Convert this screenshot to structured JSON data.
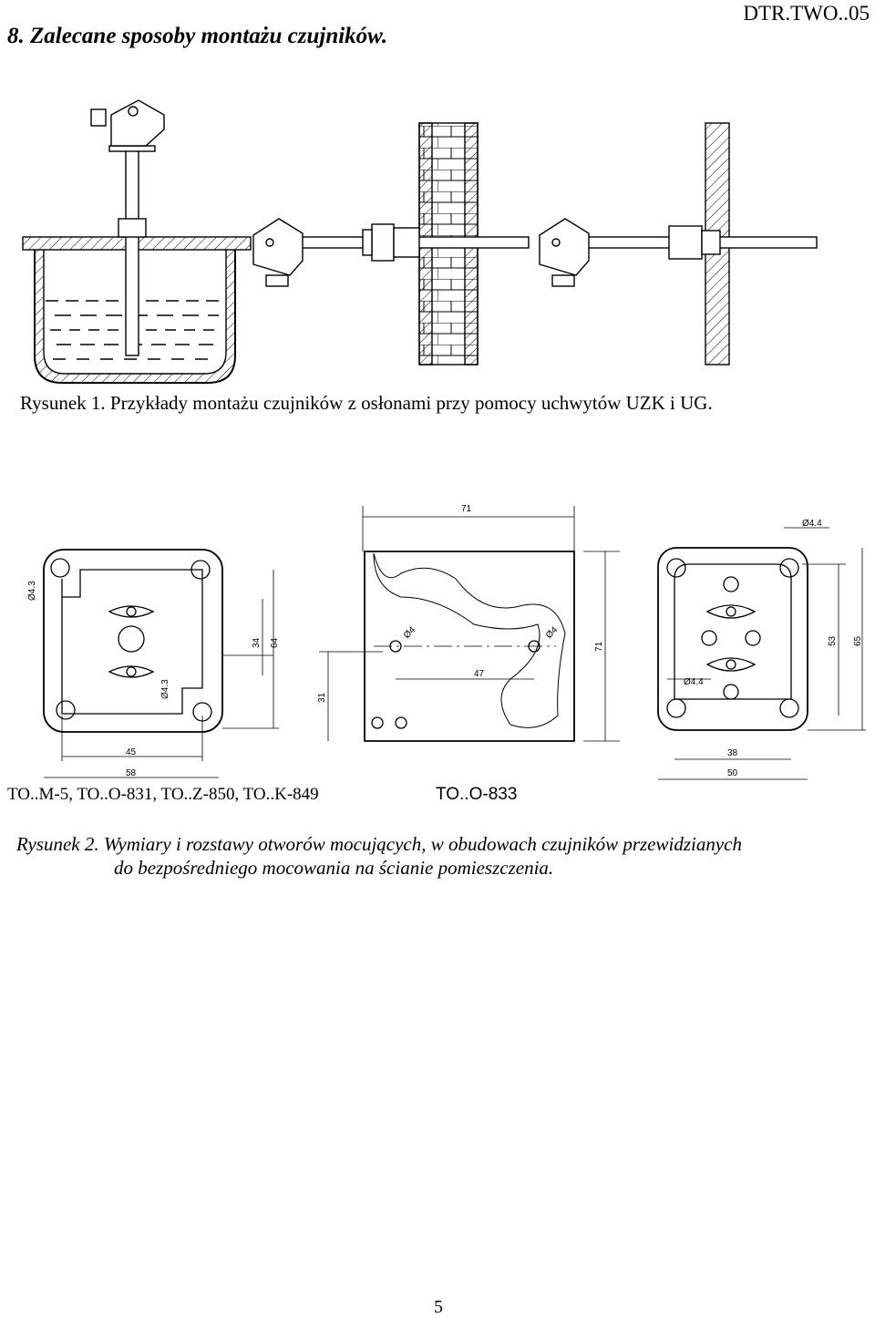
{
  "header": {
    "title": "8.  Zalecane sposoby montażu czujników.",
    "doc_id": "DTR.TWO..05"
  },
  "figure1": {
    "caption": "Rysunek 1. Przykłady montażu czujników z osłonami  przy pomocy uchwytów UZK  i UG."
  },
  "figure2": {
    "label_left": "TO..M-5, TO..O-831, TO..Z-850, TO..K-849",
    "label_right": "TO..O-833",
    "caption_line1": "Rysunek 2. Wymiary  i rozstawy otworów mocujących, w obudowach czujników  przewidzianych",
    "caption_line2": "do bezpośredniego mocowania na ścianie pomieszczenia.",
    "dims_left": {
      "d1": "Ø4.3",
      "d2": "Ø4.3",
      "h1": "34",
      "h2": "64",
      "w1": "45",
      "w2": "58"
    },
    "dims_mid": {
      "top": "71",
      "right": "71",
      "h": "31",
      "w": "47",
      "d1": "Ø4",
      "d2": "Ø4"
    },
    "dims_right": {
      "d1": "Ø4.4",
      "d2": "Ø4.4",
      "h1": "53",
      "h2": "65",
      "w1": "38",
      "w2": "50"
    }
  },
  "footer": {
    "page_number": "5"
  }
}
